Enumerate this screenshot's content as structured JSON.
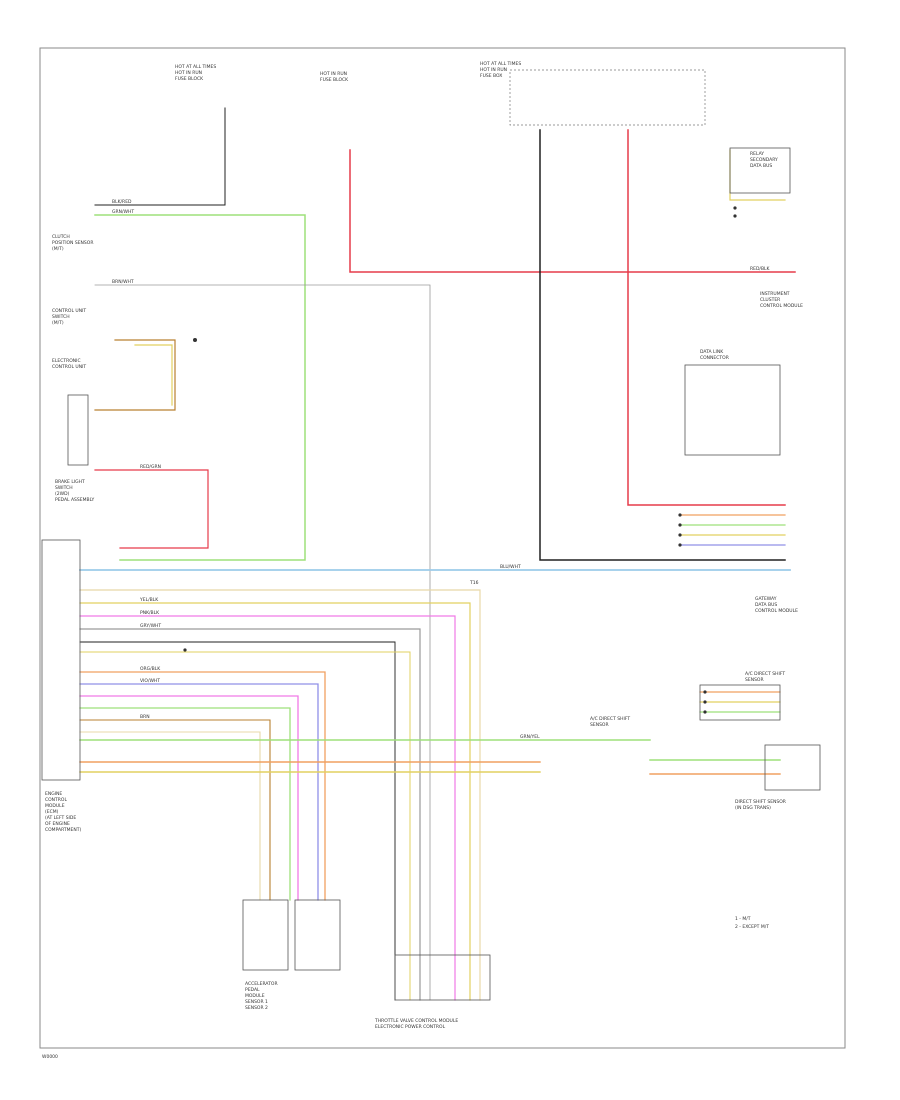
{
  "diagram": {
    "page_code": "W0000",
    "legend": [
      "1 - M/T",
      "2 - EXCEPT M/T"
    ],
    "colors": {
      "black": "#202020",
      "red": "#e63b4a",
      "green": "#9ee07a",
      "blue": "#9ccbea",
      "orange": "#f0a060",
      "yellow": "#e2d060",
      "violet": "#9090e8",
      "pink": "#f07ae6",
      "tan": "#e8d8a8",
      "brown": "#b98030",
      "grey": "#9a9a9a",
      "frame": "#8a8a8a"
    },
    "components": [
      {
        "id": "top-fuse-1",
        "lines": [
          "HOT AT ALL TIMES",
          "HOT IN RUN",
          "FUSE BLOCK"
        ]
      },
      {
        "id": "top-fuse-2",
        "lines": [
          "HOT IN RUN",
          "FUSE BLOCK"
        ]
      },
      {
        "id": "top-fuse-3",
        "lines": [
          "HOT AT ALL TIMES",
          "HOT IN RUN",
          "FUSE BOX"
        ]
      },
      {
        "id": "clutch-sensor",
        "lines": [
          "CLUTCH",
          "POSITION SENSOR",
          "(M/T)"
        ]
      },
      {
        "id": "clutch-switch",
        "lines": [
          "CONTROL UNIT",
          "SWITCH",
          "(M/T)"
        ]
      },
      {
        "id": "electronic-control",
        "lines": [
          "ELECTRONIC",
          "CONTROL UNIT"
        ]
      },
      {
        "id": "brake-light-switch",
        "lines": [
          "BRAKE LIGHT",
          "SWITCH",
          "(2WD)",
          "PEDAL ASSEMBLY"
        ]
      },
      {
        "id": "engine-control-module",
        "lines": [
          "ENGINE",
          "CONTROL",
          "MODULE",
          "(ECM)",
          "(AT LEFT SIDE",
          "OF ENGINE",
          "COMPARTMENT)"
        ]
      },
      {
        "id": "power-relay",
        "lines": [
          "RELAY",
          "SECONDARY",
          "DATA BUS"
        ]
      },
      {
        "id": "instrument-cluster",
        "lines": [
          "INSTRUMENT",
          "CLUSTER",
          "CONTROL MODULE"
        ]
      },
      {
        "id": "data-link",
        "lines": [
          "DATA LINK",
          "CONNECTOR"
        ]
      },
      {
        "id": "gateway-module",
        "lines": [
          "GATEWAY",
          "DATA BUS",
          "CONTROL MODULE"
        ]
      },
      {
        "id": "ac-module",
        "lines": [
          "A/C DIRECT SHIFT",
          "SENSOR"
        ]
      },
      {
        "id": "ac-sensor-lower",
        "lines": [
          "A/C DIRECT SHIFT",
          "SENSOR"
        ]
      },
      {
        "id": "direct-shift-sensor",
        "lines": [
          "DIRECT SHIFT SENSOR",
          "(IN DSG TRANS)"
        ]
      },
      {
        "id": "accelerator-pedal",
        "lines": [
          "ACCELERATOR",
          "PEDAL",
          "MODULE",
          "SENSOR 1",
          "SENSOR 2"
        ]
      },
      {
        "id": "throttle-valve",
        "lines": [
          "THROTTLE VALVE CONTROL MODULE",
          "ELECTRONIC POWER CONTROL"
        ]
      }
    ],
    "wire_labels": [
      "BLK/RED",
      "GRN/WHT",
      "RED/BLK",
      "BRN/WHT",
      "BLU/WHT",
      "ORG/BLK",
      "YEL/BLK",
      "VIO/WHT",
      "PNK/BLK",
      "GRY/WHT",
      "RED/GRN",
      "BRN",
      "GRN/YEL",
      "T16"
    ]
  }
}
